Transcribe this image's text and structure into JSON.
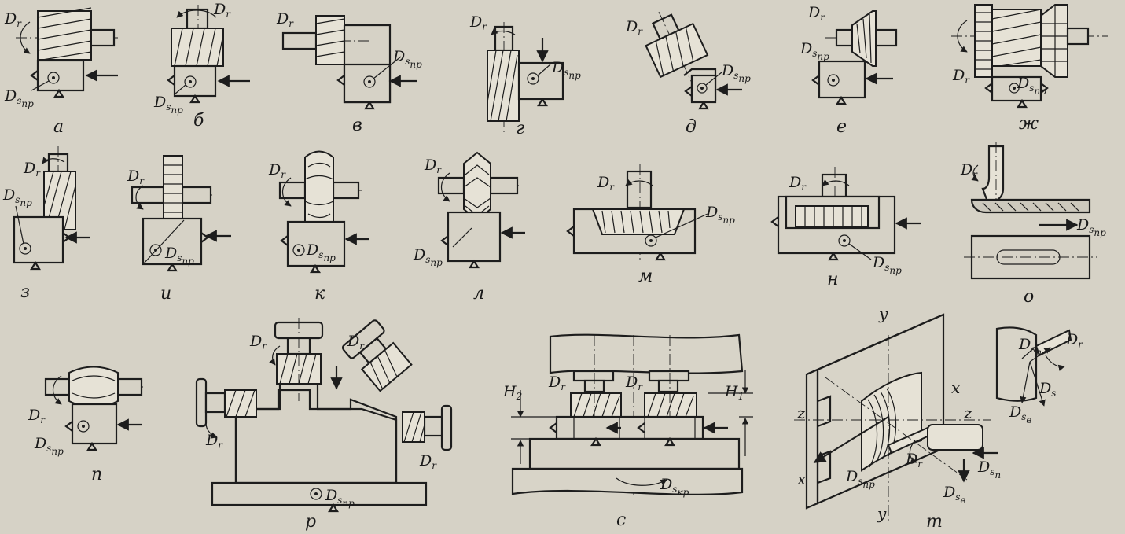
{
  "symbols": {
    "rotation": "D",
    "rotation_sub": "r",
    "feed": "D",
    "feed_sub_long": "s",
    "feed_sub_long2": "пр",
    "feed_sub_circ": "кр",
    "feed_sub_vert": "в",
    "feed_sub_tang": "п",
    "feed_sub_plain": "s"
  },
  "height_labels": {
    "left": "H",
    "left_sub": "2",
    "right": "H",
    "right_sub": "1"
  },
  "axes": {
    "x": "x",
    "y": "y",
    "z": "z"
  },
  "panels": [
    {
      "id": "a",
      "letter": "а"
    },
    {
      "id": "b",
      "letter": "б"
    },
    {
      "id": "v",
      "letter": "в"
    },
    {
      "id": "g",
      "letter": "г"
    },
    {
      "id": "d",
      "letter": "д"
    },
    {
      "id": "e",
      "letter": "е"
    },
    {
      "id": "zh",
      "letter": "ж"
    },
    {
      "id": "z",
      "letter": "з"
    },
    {
      "id": "i",
      "letter": "и"
    },
    {
      "id": "k",
      "letter": "к"
    },
    {
      "id": "l",
      "letter": "л"
    },
    {
      "id": "m",
      "letter": "м"
    },
    {
      "id": "n",
      "letter": "н"
    },
    {
      "id": "o",
      "letter": "о"
    },
    {
      "id": "p",
      "letter": "п"
    },
    {
      "id": "r",
      "letter": "р"
    },
    {
      "id": "s",
      "letter": "с"
    },
    {
      "id": "t",
      "letter": "т"
    }
  ]
}
